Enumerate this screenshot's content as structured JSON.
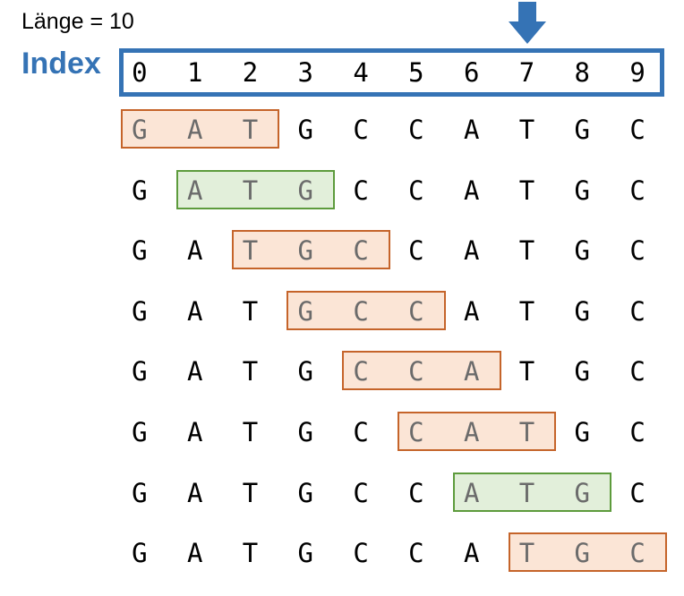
{
  "length_label": "Länge = 10",
  "index_label": "Index",
  "indices": [
    "0",
    "1",
    "2",
    "3",
    "4",
    "5",
    "6",
    "7",
    "8",
    "9"
  ],
  "sequence": [
    "G",
    "A",
    "T",
    "G",
    "C",
    "C",
    "A",
    "T",
    "G",
    "C"
  ],
  "pointer_index": 7,
  "window_size": 3,
  "windows": [
    {
      "start": 0,
      "kind": "orange"
    },
    {
      "start": 1,
      "kind": "green"
    },
    {
      "start": 2,
      "kind": "orange"
    },
    {
      "start": 3,
      "kind": "orange"
    },
    {
      "start": 4,
      "kind": "orange"
    },
    {
      "start": 5,
      "kind": "orange"
    },
    {
      "start": 6,
      "kind": "green"
    },
    {
      "start": 7,
      "kind": "orange"
    }
  ],
  "colors": {
    "index_blue": "#3573b5",
    "orange_fill": "#fbe5d6",
    "orange_border": "#c5642a",
    "green_fill": "#e2efda",
    "green_border": "#5d9b3c",
    "pointer": "#3573b5"
  }
}
